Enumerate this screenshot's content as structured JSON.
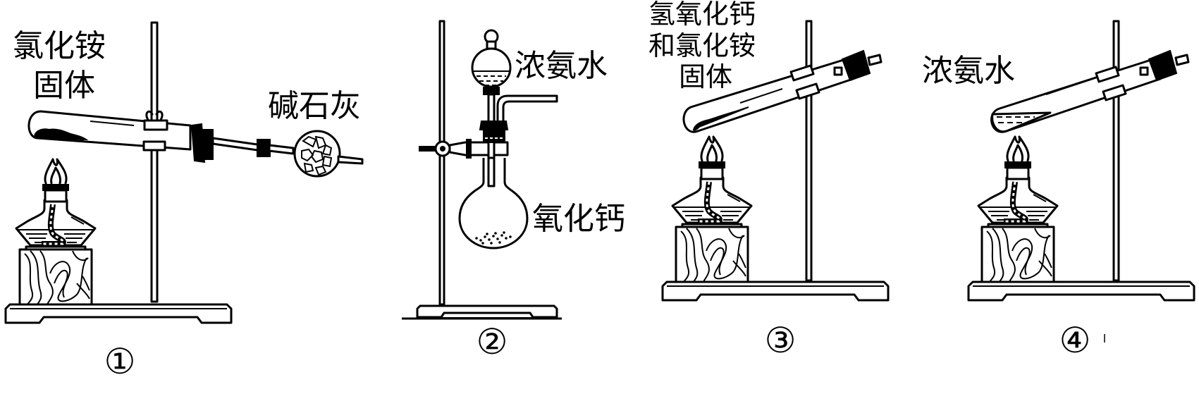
{
  "figure": {
    "panels": [
      {
        "id": "1",
        "number_label": "①",
        "labels": [
          {
            "name": "reagent-label",
            "lines": [
              "氯化铵",
              "固体"
            ]
          },
          {
            "name": "drying-agent-label",
            "lines": [
              "碱石灰"
            ]
          }
        ],
        "apparatus": [
          "iron-stand",
          "test-tube-clamp",
          "test-tube",
          "rubber-stopper",
          "drying-tube",
          "alcohol-lamp",
          "wooden-block"
        ]
      },
      {
        "id": "2",
        "number_label": "②",
        "labels": [
          {
            "name": "funnel-reagent-label",
            "lines": [
              "浓氨水"
            ]
          },
          {
            "name": "flask-reagent-label",
            "lines": [
              "氧化钙"
            ]
          }
        ],
        "apparatus": [
          "iron-stand",
          "separatory-funnel",
          "delivery-tube",
          "rubber-stopper",
          "clamp",
          "round-bottom-flask"
        ]
      },
      {
        "id": "3",
        "number_label": "③",
        "labels": [
          {
            "name": "reagent-label",
            "lines": [
              "氢氧化钙",
              "和氯化铵",
              "固体"
            ]
          }
        ],
        "apparatus": [
          "iron-stand",
          "test-tube-clamp",
          "test-tube",
          "rubber-stopper",
          "alcohol-lamp",
          "wooden-block"
        ]
      },
      {
        "id": "4",
        "number_label": "④",
        "labels": [
          {
            "name": "reagent-label",
            "lines": [
              "浓氨水"
            ]
          }
        ],
        "apparatus": [
          "iron-stand",
          "test-tube-clamp",
          "test-tube",
          "rubber-stopper",
          "alcohol-lamp",
          "wooden-block"
        ]
      }
    ],
    "colors": {
      "line": "#000000",
      "background": "#ffffff"
    }
  }
}
